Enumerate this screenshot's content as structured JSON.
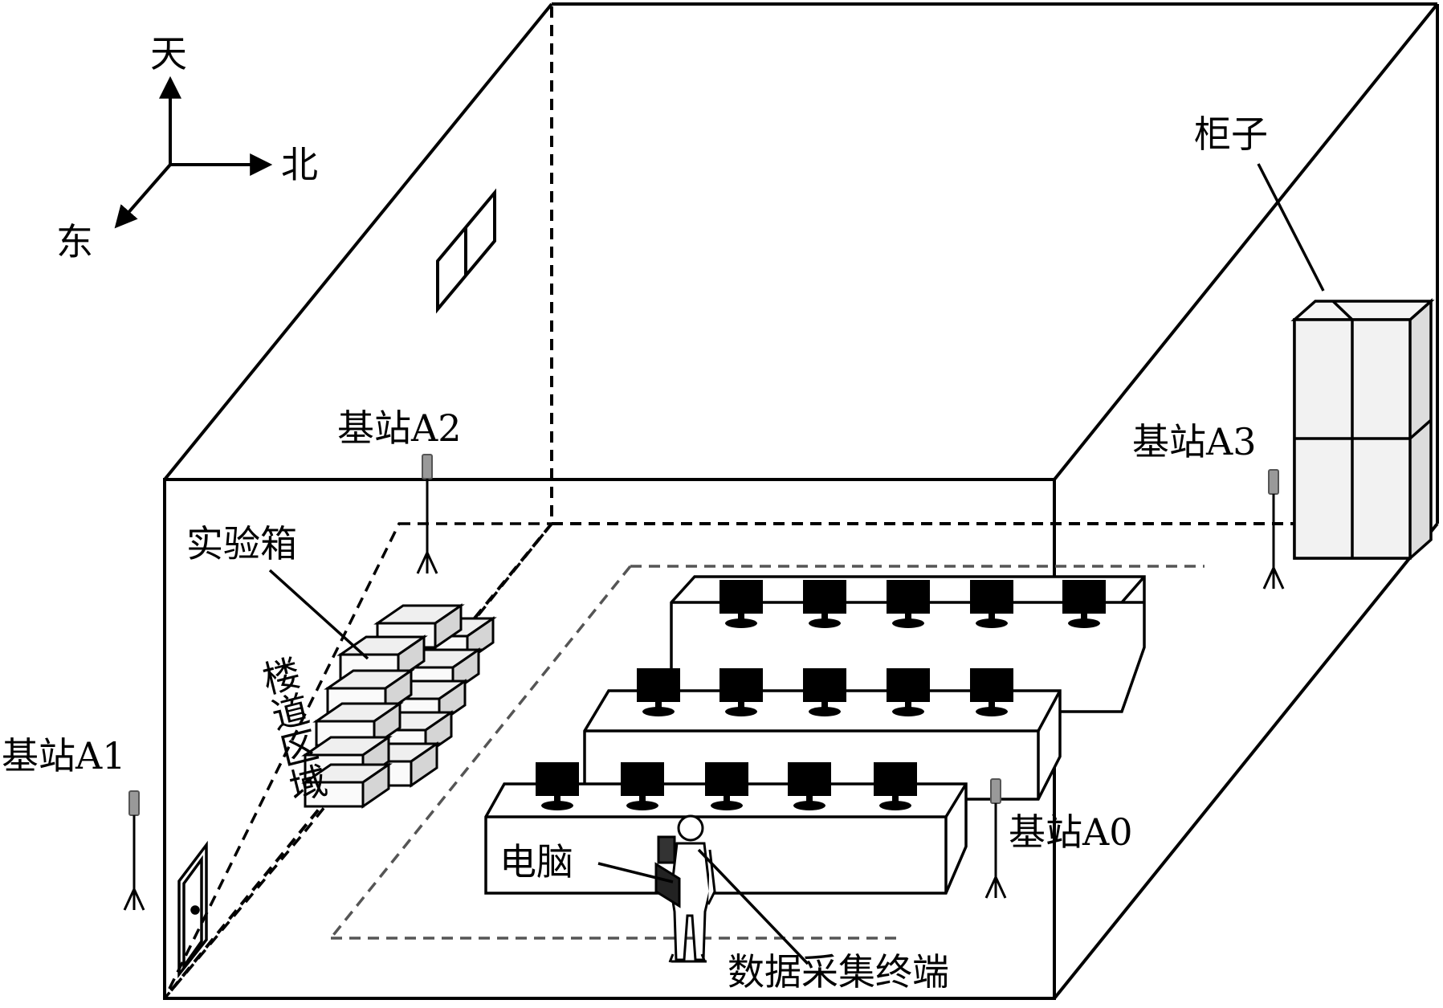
{
  "compass": {
    "up": "天",
    "north": "北",
    "east": "东"
  },
  "labels": {
    "cabinet": "柜子",
    "box": "实验箱",
    "corridor": [
      "楼",
      "道",
      "区",
      "域"
    ],
    "computer": "电脑",
    "terminal": "数据采集终端",
    "stations": {
      "a0": "基站A0",
      "a1": "基站A1",
      "a2": "基站A2",
      "a3": "基站A3"
    }
  }
}
